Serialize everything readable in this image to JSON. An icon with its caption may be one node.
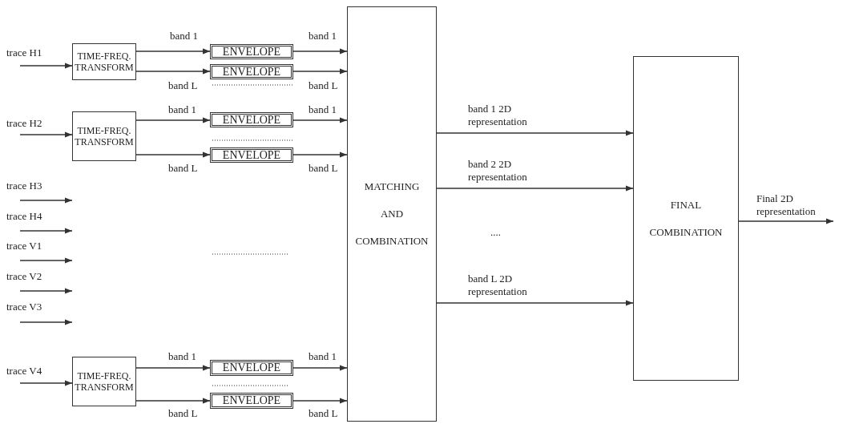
{
  "diagram": {
    "nodes": [
      {
        "text": [
          "trace H1"
        ]
      },
      {
        "text": [
          "TIME-FREQ. TRANSFORM"
        ]
      },
      {
        "text": [
          "ENVELOPE"
        ]
      },
      {
        "text": [
          "ENVELOPE"
        ]
      },
      {
        "text": [
          "trace H2"
        ]
      },
      {
        "text": [
          "TIME-FREQ. TRANSFORM"
        ]
      },
      {
        "text": [
          "ENVELOPE"
        ]
      },
      {
        "text": [
          "ENVELOPE"
        ]
      },
      {
        "text": [
          "trace H3"
        ]
      },
      {
        "text": [
          "trace H4"
        ]
      },
      {
        "text": [
          "trace V1"
        ]
      },
      {
        "text": [
          "trace V2"
        ]
      },
      {
        "text": [
          "trace V3"
        ]
      },
      {
        "text": [
          "trace V4"
        ]
      },
      {
        "text": [
          "TIME-FREQ. TRANSFORM"
        ]
      },
      {
        "text": [
          "ENVELOPE"
        ]
      },
      {
        "text": [
          "ENVELOPE"
        ]
      },
      {
        "text": [
          "MATCHING AND COMBINATION"
        ]
      },
      {
        "text": [
          "FINAL COMBINATION"
        ]
      }
    ],
    "edges": [
      {
        "from": 0,
        "to": 1,
        "arrow": "to"
      },
      {
        "from": 1,
        "to": 2,
        "arrow": "to",
        "label": "band 1"
      },
      {
        "from": 1,
        "to": 3,
        "arrow": "to",
        "label": "band L"
      },
      {
        "from": 2,
        "to": 17,
        "arrow": "to",
        "label": "band 1"
      },
      {
        "from": 3,
        "to": 17,
        "arrow": "to",
        "label": "band L"
      },
      {
        "from": 4,
        "to": 5,
        "arrow": "to"
      },
      {
        "from": 5,
        "to": 6,
        "arrow": "to",
        "label": "band 1"
      },
      {
        "from": 5,
        "to": 7,
        "arrow": "to",
        "label": "band L"
      },
      {
        "from": 6,
        "to": 17,
        "arrow": "to",
        "label": "band 1"
      },
      {
        "from": 7,
        "to": 17,
        "arrow": "to",
        "label": "band L"
      },
      {
        "from": 8,
        "to": null,
        "arrow": "to"
      },
      {
        "from": 9,
        "to": null,
        "arrow": "to"
      },
      {
        "from": 10,
        "to": null,
        "arrow": "to"
      },
      {
        "from": 11,
        "to": null,
        "arrow": "to"
      },
      {
        "from": 12,
        "to": null,
        "arrow": "to"
      },
      {
        "from": 13,
        "to": 14,
        "arrow": "to"
      },
      {
        "from": 14,
        "to": 15,
        "arrow": "to",
        "label": "band 1"
      },
      {
        "from": 14,
        "to": 16,
        "arrow": "to",
        "label": "band L"
      },
      {
        "from": 15,
        "to": 17,
        "arrow": "to",
        "label": "band 1"
      },
      {
        "from": 16,
        "to": 17,
        "arrow": "to",
        "label": "band L"
      },
      {
        "from": 17,
        "to": 18,
        "arrow": "to",
        "label": "band 1 2D representation"
      },
      {
        "from": 17,
        "to": 18,
        "arrow": "to",
        "label": "band 2 2D representation"
      },
      {
        "from": 17,
        "to": 18,
        "arrow": "to",
        "label": "band L 2D representation"
      },
      {
        "from": 18,
        "to": null,
        "arrow": "to",
        "label": "Final 2D representation"
      }
    ],
    "labels": [
      "...."
    ]
  }
}
